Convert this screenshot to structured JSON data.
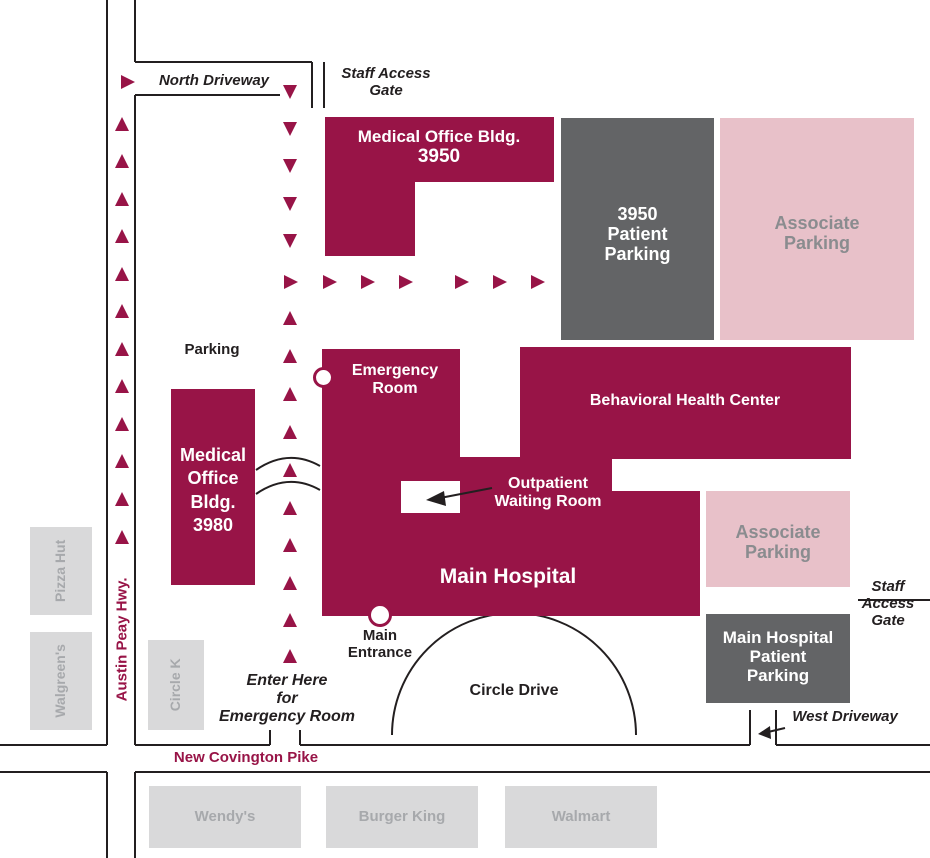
{
  "colors": {
    "building": "#981447",
    "patient_parking": "#636466",
    "associate_parking": "#e8c1c9",
    "business": "#d9d9da",
    "road_line": "#231f20",
    "route_arrow": "#981447"
  },
  "buildings": {
    "mob3950": {
      "line1": "Medical Office Bldg.",
      "line2": "3950"
    },
    "mob3980": {
      "line1": "Medical",
      "line2": "Office",
      "line3": "Bldg.",
      "line4": "3980"
    },
    "behavioral": "Behavioral Health Center",
    "main_hospital": "Main Hospital",
    "outpatient": {
      "line1": "Outpatient",
      "line2": "Waiting Room"
    },
    "emergency_room": {
      "line1": "Emergency",
      "line2": "Room"
    }
  },
  "lots": {
    "patient_3950": {
      "line1": "3950",
      "line2": "Patient",
      "line3": "Parking"
    },
    "associate_top": {
      "line1": "Associate",
      "line2": "Parking"
    },
    "associate_right": {
      "line1": "Associate",
      "line2": "Parking"
    },
    "main_patient": {
      "line1": "Main Hospital",
      "line2": "Patient",
      "line3": "Parking"
    },
    "parking": "Parking"
  },
  "roads": {
    "north_driveway": "North Driveway",
    "staff_gate_top": {
      "line1": "Staff Access",
      "line2": "Gate"
    },
    "staff_gate_right": {
      "line1": "Staff",
      "line2": "Access",
      "line3": "Gate"
    },
    "west_driveway": "West Driveway",
    "austin_peay": "Austin Peay Hwy.",
    "new_covington": "New Covington Pike",
    "circle_drive": "Circle Drive",
    "enter_here": {
      "line1": "Enter Here",
      "line2": "for",
      "line3": "Emergency Room"
    },
    "main_entrance": {
      "line1": "Main",
      "line2": "Entrance"
    }
  },
  "businesses": {
    "pizza_hut": "Pizza Hut",
    "walgreens": "Walgreen's",
    "circle_k": "Circle K",
    "wendys": "Wendy's",
    "burger_king": "Burger King",
    "walmart": "Walmart"
  },
  "route_markers": "arrow-triangle"
}
